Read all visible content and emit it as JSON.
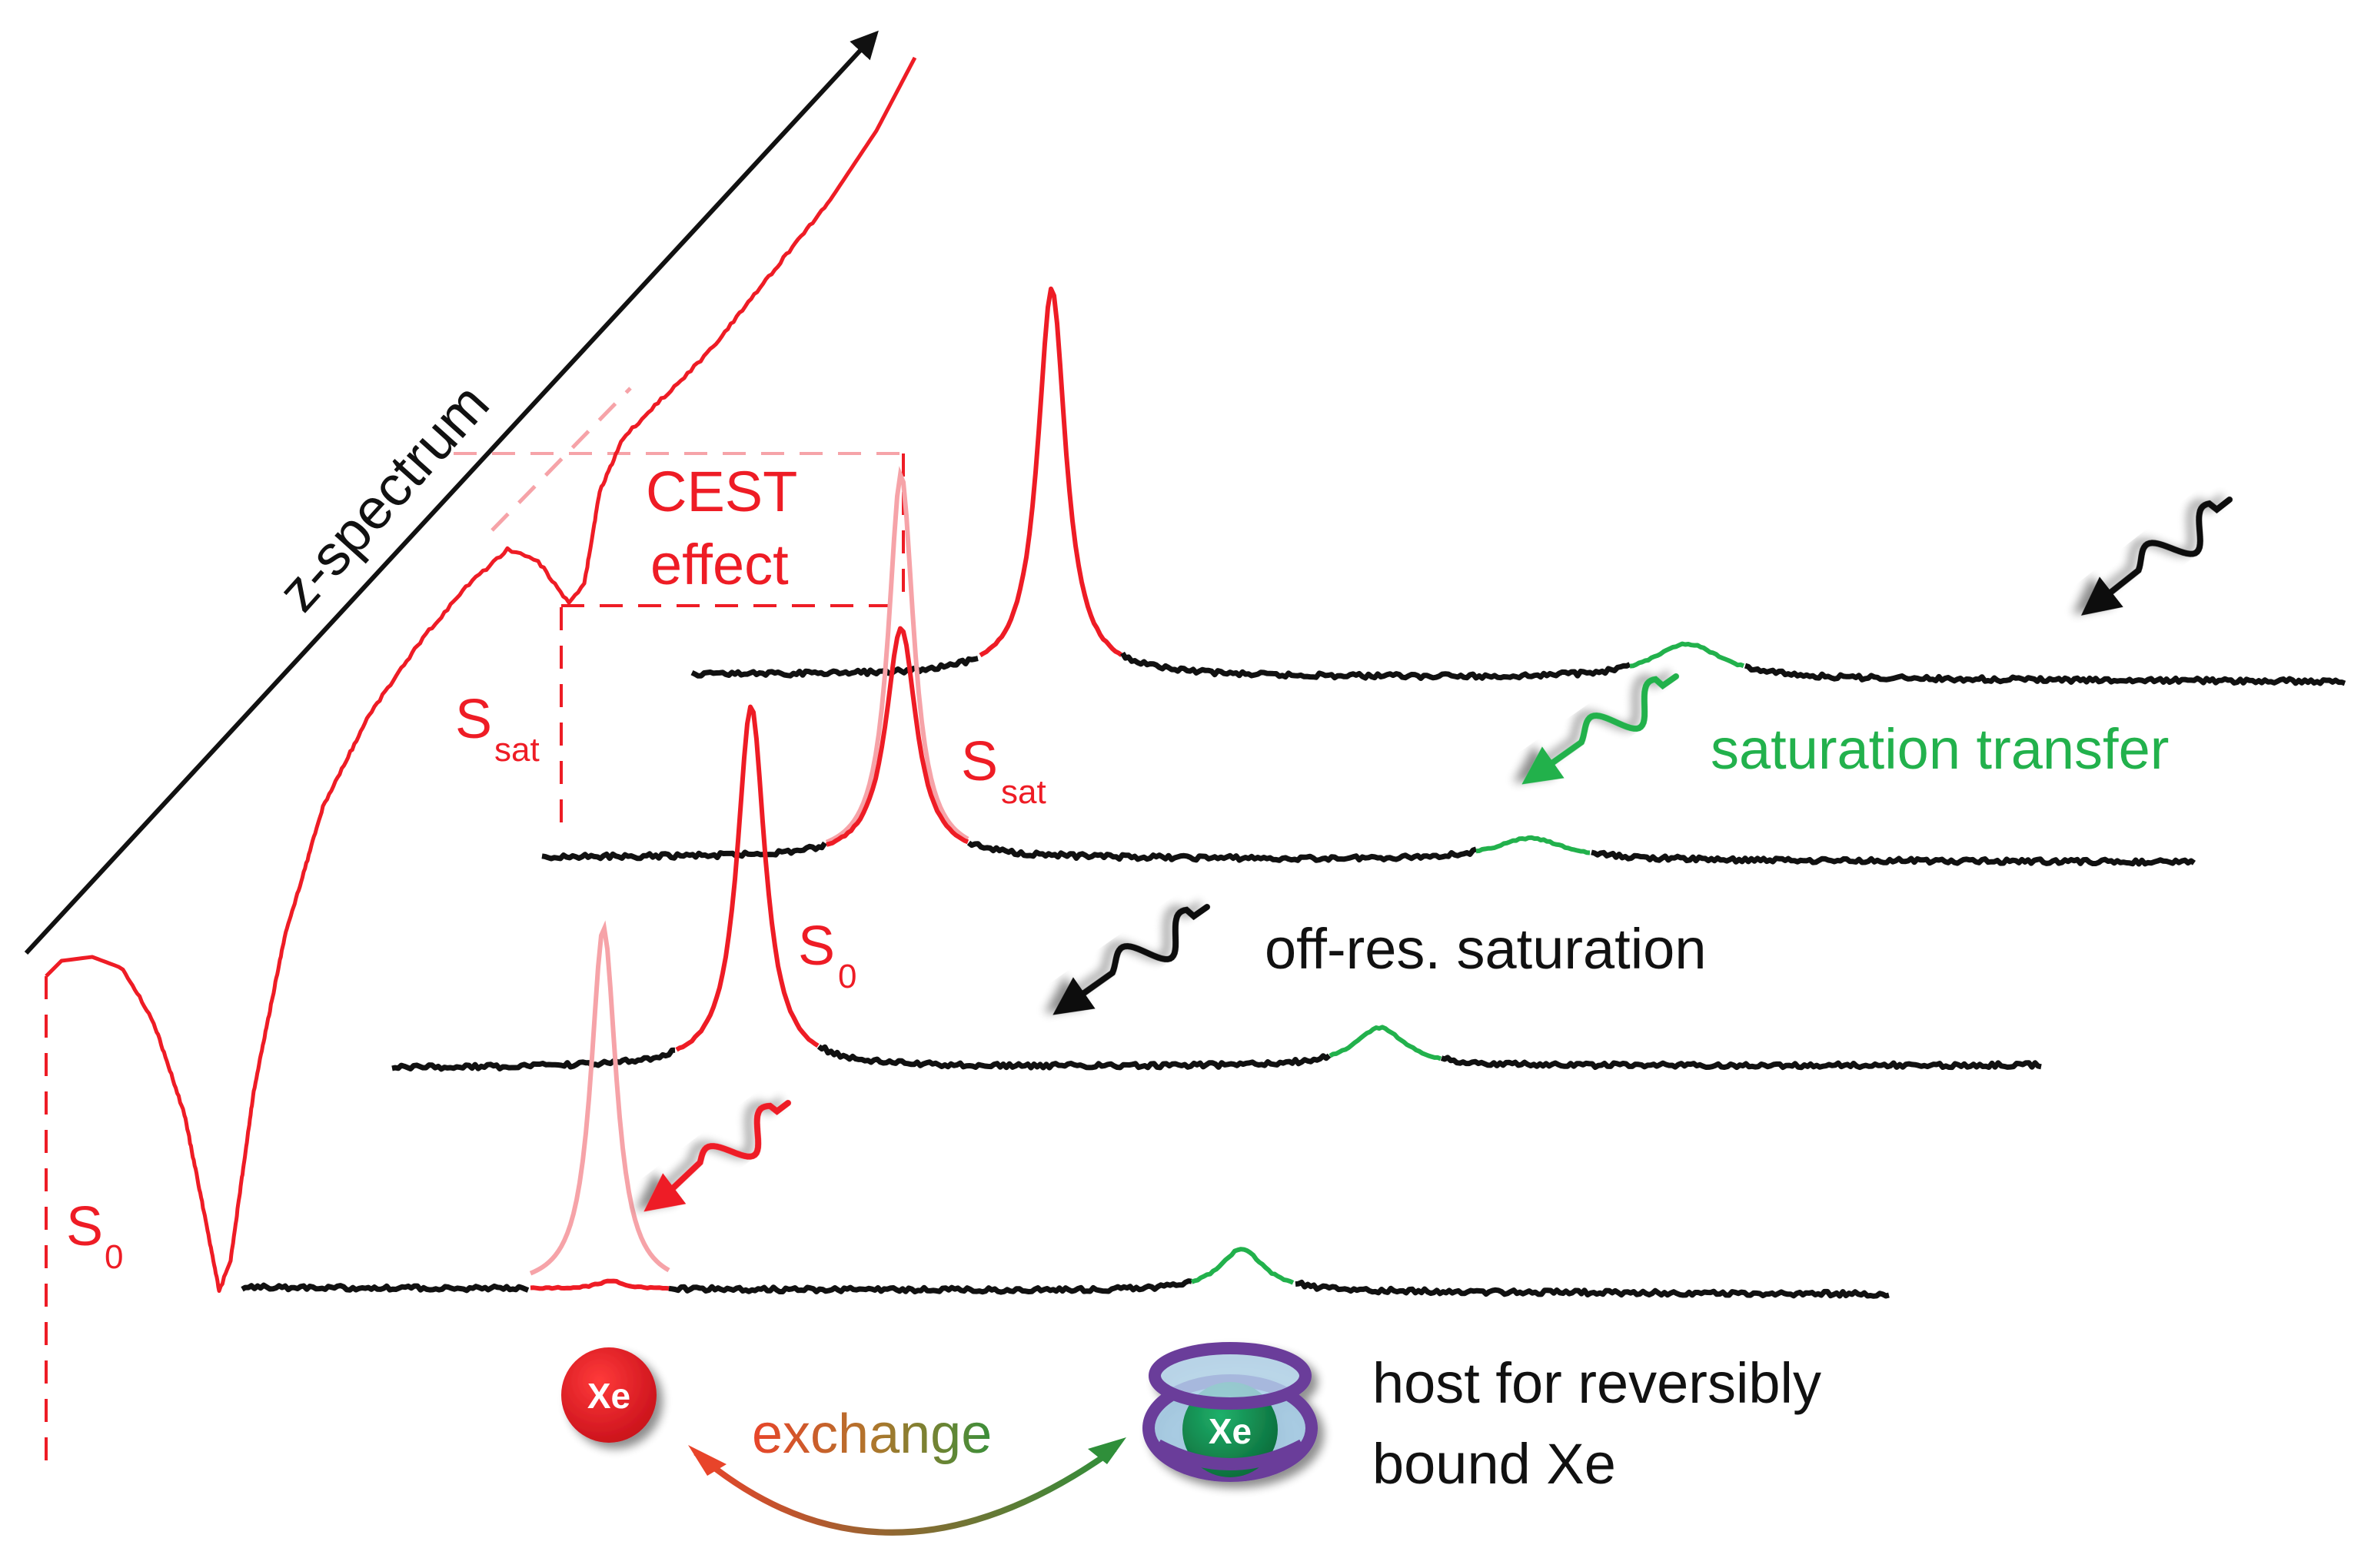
{
  "labels": {
    "z_spectrum": "z-spectrum",
    "cest_line1": "CEST",
    "cest_line2": "effect",
    "s_sat_1": {
      "main": "S",
      "sub": "sat"
    },
    "s_sat_2": {
      "main": "S",
      "sub": "sat"
    },
    "s0_mid": {
      "main": "S",
      "sub": "0"
    },
    "s0_left": {
      "main": "S",
      "sub": "0"
    },
    "saturation_transfer": "saturation transfer",
    "off_res_saturation": "off-res. saturation",
    "exchange": "exchange",
    "host_line1": "host for reversibly",
    "host_line2": "bound Xe",
    "xe_free": "Xe",
    "xe_bound": "Xe"
  },
  "colors": {
    "free_xe": "#ee1c25",
    "free_xe_faded": "#f6a3a8",
    "bound_xe": "#22b14c",
    "baseline": "#111111",
    "host_cage": "#6a3d9a",
    "host_fill": "#9ec9e6",
    "exchange_start": "#e8442a",
    "exchange_end": "#2f8f3a"
  },
  "icons": {
    "rf_pulse": "wavy-arrow-icon",
    "axis": "arrow-icon"
  }
}
